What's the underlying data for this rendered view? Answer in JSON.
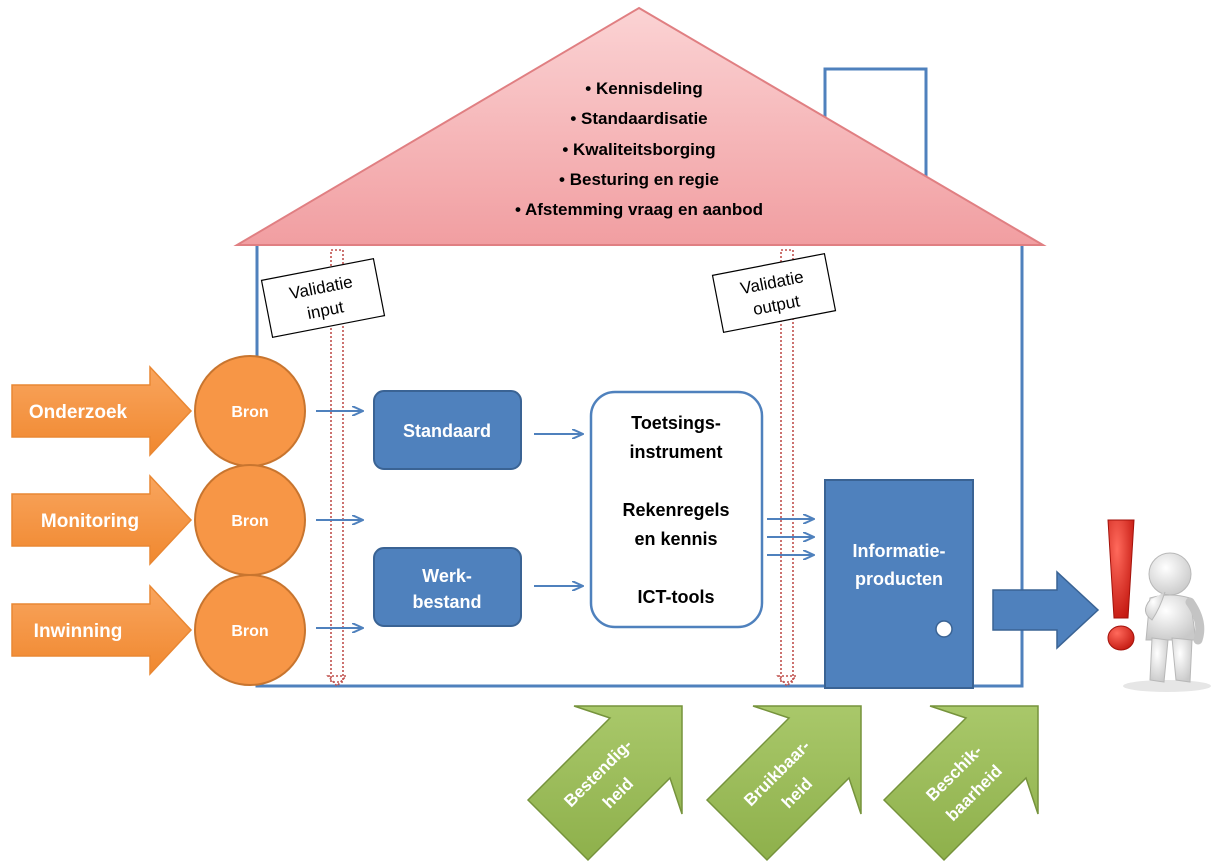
{
  "roof": {
    "items": [
      "• Kennisdeling",
      "• Standaardisatie",
      "• Kwaliteitsborging",
      "• Besturing en regie",
      "• Afstemming vraag en aanbod"
    ]
  },
  "validation": {
    "input": [
      "Validatie",
      "input"
    ],
    "output": [
      "Validatie",
      "output"
    ]
  },
  "inputs": [
    {
      "label": "Onderzoek",
      "source": "Bron"
    },
    {
      "label": "Monitoring",
      "source": "Bron"
    },
    {
      "label": "Inwinning",
      "source": "Bron"
    }
  ],
  "boxes": {
    "standaard": "Standaard",
    "werkbestand": [
      "Werk-",
      "bestand"
    ],
    "tools": [
      "Toetsings-",
      "instrument",
      "Rekenregels",
      "en kennis",
      "ICT-tools"
    ],
    "door": [
      "Informatie-",
      "producten"
    ]
  },
  "qualities": [
    [
      "Bestendig-",
      "heid"
    ],
    [
      "Bruikbaar-",
      "heid"
    ],
    [
      "Beschik-",
      "baarheid"
    ]
  ],
  "colors": {
    "orange": "#f79646",
    "blue": "#4f81bd",
    "green": "#9bbb59",
    "roof": "#f4a6a8",
    "validation": "#c0504d",
    "alert": "#e2231a"
  },
  "icons": {
    "person": "thinking-person-icon",
    "exclamation": "exclamation-icon"
  }
}
